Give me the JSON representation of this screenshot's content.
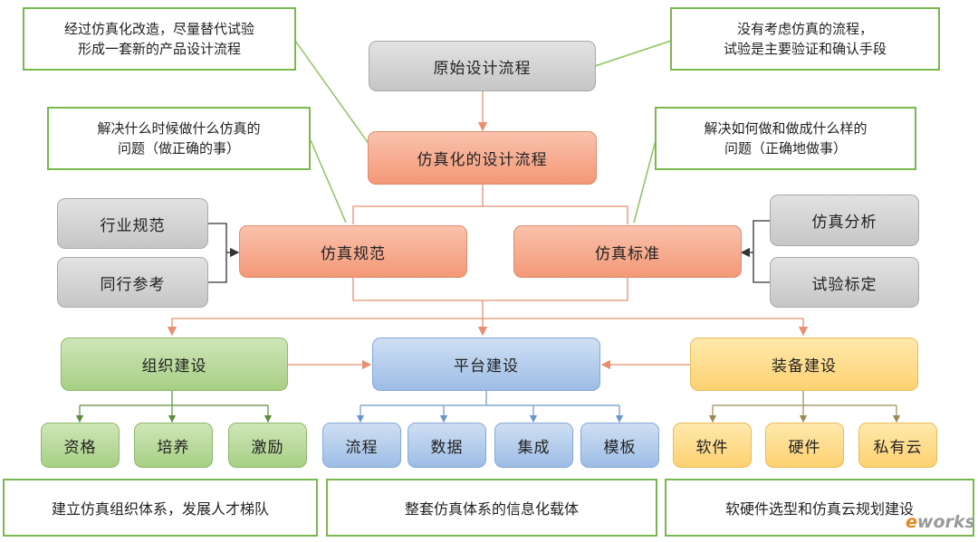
{
  "top_process": "原始设计流程",
  "sim_process": "仿真化的设计流程",
  "sim_spec": "仿真规范",
  "sim_std": "仿真标准",
  "left_inputs": [
    "行业规范",
    "同行参考"
  ],
  "right_inputs": [
    "仿真分析",
    "试验标定"
  ],
  "pillars": {
    "org": {
      "label": "组织建设",
      "children": [
        "资格",
        "培养",
        "激励"
      ],
      "summary": "建立仿真组织体系，发展人才梯队"
    },
    "platform": {
      "label": "平台建设",
      "children": [
        "流程",
        "数据",
        "集成",
        "模板"
      ],
      "summary": "整套仿真体系的信息化载体"
    },
    "equip": {
      "label": "装备建设",
      "children": [
        "软件",
        "硬件",
        "私有云"
      ],
      "summary": "软硬件选型和仿真云规划建设"
    }
  },
  "notes": {
    "top_left": [
      "经过仿真化改造，尽量替代试验",
      "形成一套新的产品设计流程"
    ],
    "top_right": [
      "没有考虑仿真的流程，",
      "试验是主要验证和确认手段"
    ],
    "mid_left": [
      "解决什么时候做什么仿真的",
      "问题（做正确的事）"
    ],
    "mid_right": [
      "解决如何做和做成什么样的",
      "问题（正确地做事）"
    ]
  },
  "logo": {
    "prefix": "e",
    "suffix": "works"
  },
  "colors": {
    "orange": "#f39877",
    "green": "#a6cf84",
    "blue": "#9dbde6",
    "yellow": "#fdd171",
    "gray": "#c6c6c6",
    "note_border": "#79b84e"
  }
}
